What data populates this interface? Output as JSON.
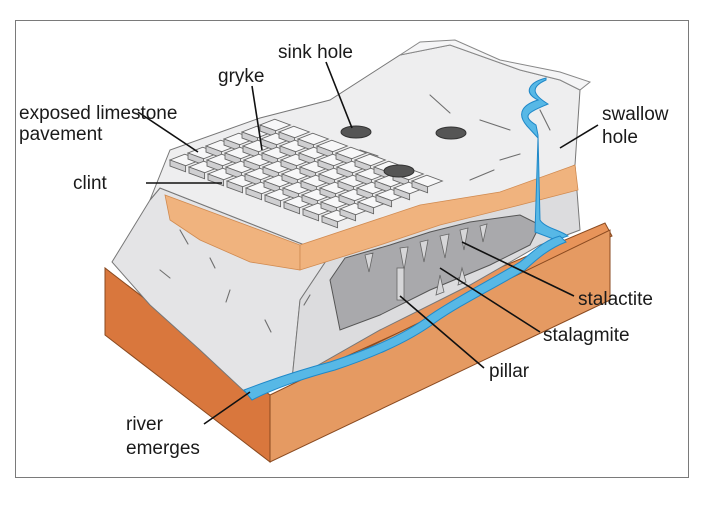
{
  "labels": {
    "sink_hole": "sink hole",
    "gryke": "gryke",
    "pavement_line1": "exposed limestone",
    "pavement_line2": "pavement",
    "clint": "clint",
    "swallow_line1": "swallow",
    "swallow_line2": "hole",
    "stalactite": "stalactite",
    "stalagmite": "stalagmite",
    "pillar": "pillar",
    "river_line1": "river",
    "river_line2": "emerges"
  },
  "colors": {
    "rock": "#e9e9ea",
    "rock_shade": "#cfcfd1",
    "cave": "#a9a9ac",
    "sediment": "#f0b37e",
    "base_top": "#e8945a",
    "base_side": "#d9773d",
    "water": "#57b8e6",
    "water_edge": "#1f88c8"
  }
}
